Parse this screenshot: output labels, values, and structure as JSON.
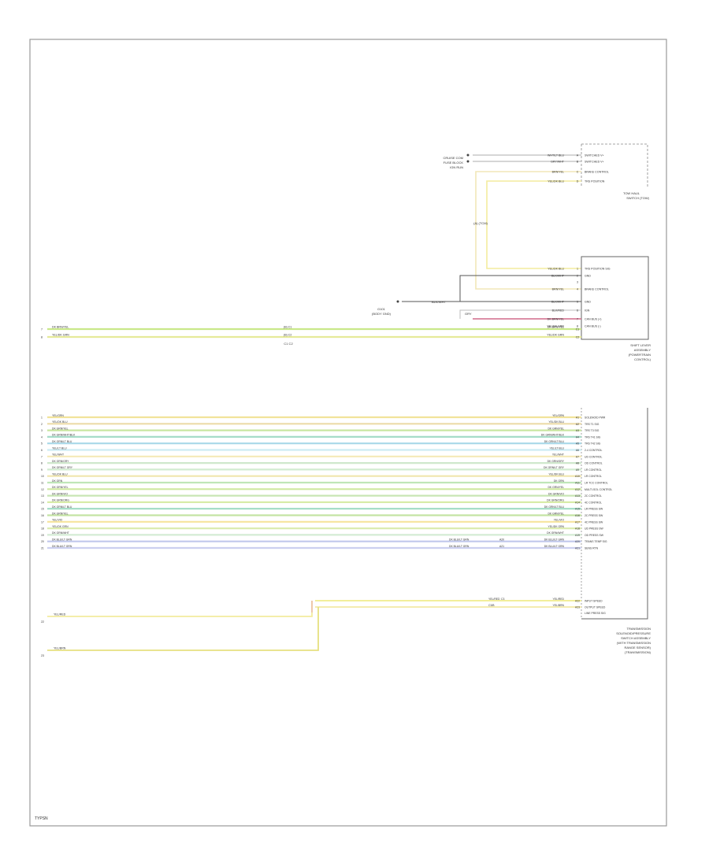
{
  "diagram": {
    "page_code": "TYPSN",
    "top_connector": {
      "wires": [
        {
          "pin": "A",
          "label": "WHT/LT BLU",
          "func": "SWITCHED V+"
        },
        {
          "pin": "B",
          "label": "GRY/WHT",
          "func": "SWITCHED V+"
        },
        {
          "pin": "C",
          "label": "BRN/YEL",
          "func": "BRAKE CONTROL"
        },
        {
          "pin": "D",
          "label": "YEL/DK BLU",
          "func": "TRS POSITION"
        }
      ],
      "module_caption": [
        "TOW HAUL",
        "SWITCH (TOW)"
      ],
      "ref_labels": [
        "CRUISE COM",
        "FUSE BLOCK",
        "IGN RUN"
      ],
      "splice_label": "(A)   (TCM)"
    },
    "mid_connector": {
      "wires": [
        {
          "pin": "1",
          "label": "YEL/DK BLU",
          "func": "TRS POSITION SIG"
        },
        {
          "pin": "2",
          "label": "BLK/WHT",
          "func": "GND"
        },
        {
          "pin": "3",
          "label": "",
          "func": ""
        },
        {
          "pin": "4",
          "label": "BRN/YEL",
          "func": "BRAKE CONTROL"
        },
        {
          "pin": "5",
          "label": "BLK/WHT",
          "func": "GND"
        },
        {
          "pin": "6",
          "label": "BLK/RED",
          "func": "IGN"
        },
        {
          "pin": "7",
          "label": "DK BRN/YEL",
          "func": "CAN BUS (+)"
        },
        {
          "pin": "8",
          "label": "YEL/DK GRN",
          "func": "CAN BUS (-)"
        }
      ],
      "module_caption": [
        "SHIFT LEVER",
        "ASSEMBLY",
        "(POWERTRAIN",
        "CONTROL)"
      ],
      "ground_label": "BLK/WHT",
      "ground_ref": [
        "G101",
        "(BODY GND)"
      ],
      "gray_label": "GRY"
    },
    "can_wires": [
      {
        "num": "7",
        "label": "DK BRN/YEL",
        "mid": "(B) C1",
        "pin": "C1"
      },
      {
        "num": "8",
        "label": "YEL/DK GRN",
        "mid": "(B) C2",
        "pin": "C2"
      }
    ],
    "can_under": "C1 C2",
    "bottom_wires": [
      {
        "num": "1",
        "label": "YEL/GRN",
        "pin": "A1",
        "func": "SOLENOID PWR",
        "color": "#f2e39a"
      },
      {
        "num": "2",
        "label": "YEL/DK BLU",
        "pin": "A2",
        "func": "TRS T1 SIG",
        "color": "#ecdba8"
      },
      {
        "num": "3",
        "label": "DK GRN/YEL",
        "pin": "A3",
        "func": "TRS T3 SIG",
        "color": "#c9e6a0"
      },
      {
        "num": "4",
        "label": "DK GRN/WHT/BLK",
        "pin": "A4",
        "func": "TRS T41 SIG",
        "color": "#a6dcc8"
      },
      {
        "num": "5",
        "label": "DK GRN/LT BLU",
        "pin": "A5",
        "func": "TRS T42 SIG",
        "color": "#a8d8e8"
      },
      {
        "num": "6",
        "label": "YEL/LT BLU",
        "pin": "A6",
        "func": "2-4 CONTROL",
        "color": "#ccecf4"
      },
      {
        "num": "7",
        "label": "YEL/WHT",
        "pin": "A7",
        "func": "UD CONTROL",
        "color": "#f4eab8"
      },
      {
        "num": "8",
        "label": "DK GRN/GRY",
        "pin": "A8",
        "func": "OD CONTROL",
        "color": "#cfe8cc"
      },
      {
        "num": "9",
        "label": "DK GRN/LT GRY",
        "pin": "A9",
        "func": "LR CONTROL",
        "color": "#d2ecd0"
      },
      {
        "num": "10",
        "label": "YEL/DK BLU",
        "pin": "A10",
        "func": "LR CONTROL",
        "color": "#f0e6ae"
      },
      {
        "num": "11",
        "label": "DK GRN",
        "pin": "A11",
        "func": "LR TCC CONTROL",
        "color": "#bfe6b8"
      },
      {
        "num": "12",
        "label": "DK GRN/YEL",
        "pin": "A12",
        "func": "MULTI-SOL CONTROL",
        "color": "#cfe8a0"
      },
      {
        "num": "13",
        "label": "DK GRN/VIO",
        "pin": "A13",
        "func": "2C CONTROL",
        "color": "#c8e6b4"
      },
      {
        "num": "14",
        "label": "DK GRN/ORG",
        "pin": "A14",
        "func": "4C CONTROL",
        "color": "#d8eca8"
      },
      {
        "num": "15",
        "label": "DK GRN/LT BLU",
        "pin": "A15",
        "func": "LR PRESS SW",
        "color": "#a0dcc4"
      },
      {
        "num": "16",
        "label": "DK GRN/YEL",
        "pin": "A16",
        "func": "2C PRESS SW",
        "color": "#c4e4a4"
      },
      {
        "num": "17",
        "label": "YEL/VIO",
        "pin": "A17",
        "func": "4C PRESS SW",
        "color": "#f6e49c"
      },
      {
        "num": "18",
        "label": "YEL/DK GRN",
        "pin": "A18",
        "func": "UD PRESS SW",
        "color": "#dcecb0"
      },
      {
        "num": "19",
        "label": "DK GRN/WHT",
        "pin": "A19",
        "func": "OD PRESS SW",
        "color": "#d4ecd4"
      },
      {
        "num": "20",
        "label": "DK BLU/LT GRN",
        "pin": "A20",
        "func": "TRANS TEMP SIG",
        "color": "#c0c8ec"
      },
      {
        "num": "21",
        "label": "DK BLU/LT GRN",
        "pin": "A21",
        "func": "SENS RTN",
        "color": "#ccd0f0"
      }
    ],
    "bottom_mid_labels": [
      {
        "row": 20,
        "label": "DK BLU/LT GRN",
        "pin": "A20"
      },
      {
        "row": 21,
        "label": "DK BLU/LT GRN",
        "pin": "A21"
      }
    ],
    "bottom_extra": [
      {
        "label": "YEL/RED",
        "pin": "A22",
        "func": "INPUT SPEED",
        "mid": "YEL/RED",
        "midpin": "C3"
      },
      {
        "label": "YEL/BRN",
        "pin": "A23",
        "func": "OUTPUT SPEED",
        "mid": "C3/B"
      }
    ],
    "bottom_extra_funcs": [
      "LINE PRESS SIG"
    ],
    "loose_wires": [
      {
        "num": "22",
        "label": "YEL/RED"
      },
      {
        "num": "23",
        "label": "YEL/BRN"
      }
    ],
    "bottom_caption": [
      "TRANSMISSION",
      "SOLENOID/PRESSURE",
      "SWITCH ASSEMBLY",
      "(WITH TRANSMISSION",
      "RANGE SENSOR)",
      "(TRANSMISSION)"
    ]
  }
}
